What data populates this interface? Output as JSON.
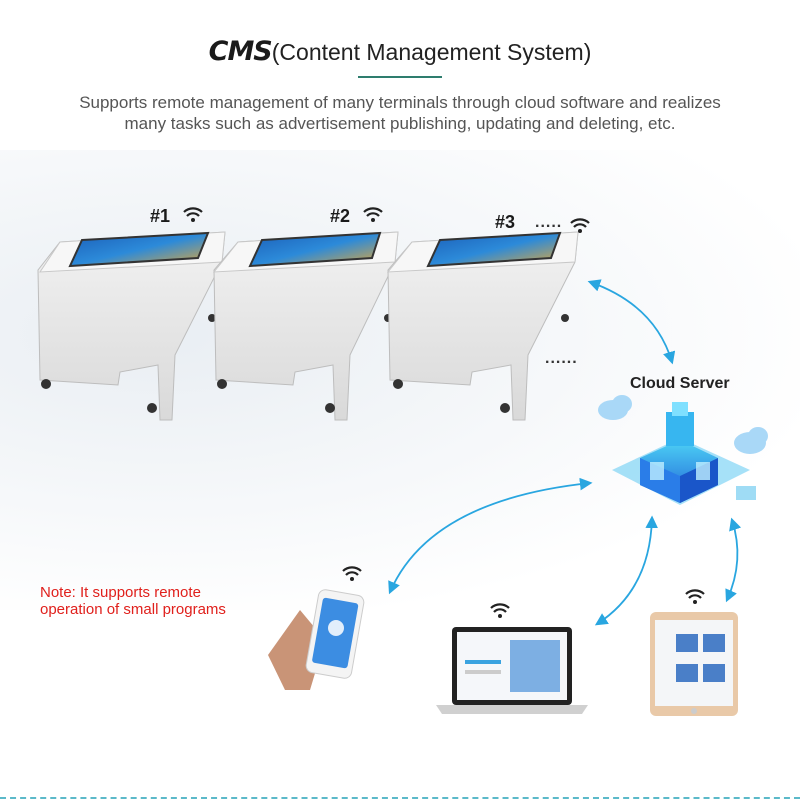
{
  "header": {
    "title_abbr": "CMS",
    "title_full": "(Content Management System)",
    "description": "Supports remote management of many terminals through cloud software and realizes many tasks such as advertisement publishing, updating and deleting, etc."
  },
  "terminals": [
    {
      "label": "#1"
    },
    {
      "label": "#2"
    },
    {
      "label": "#3"
    }
  ],
  "more_dots_top": ".....",
  "more_dots_mid": "......",
  "cloud_server": {
    "label": "Cloud Server"
  },
  "note": "Note: It supports remote operation of small programs",
  "colors": {
    "accent_line": "#2e7d6e",
    "arrow": "#29a6e0",
    "note": "#e0201c",
    "dashed_border": "#5bb9c9"
  },
  "icons": [
    "wifi-icon",
    "cloud-icon",
    "server-icon",
    "phone-icon",
    "laptop-icon",
    "tablet-icon"
  ]
}
